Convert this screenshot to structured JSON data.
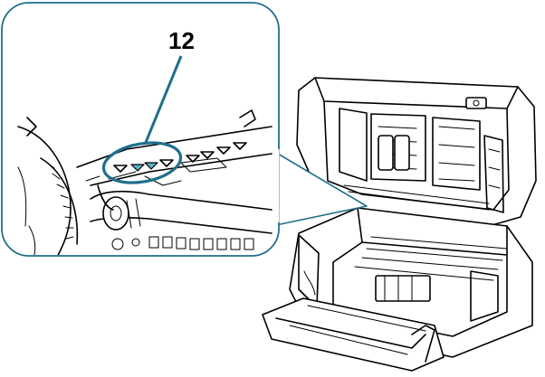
{
  "callout": {
    "label": "12",
    "accent_color": "#1f6f8b",
    "highlight_color": "#5ab4c6"
  },
  "icons": [
    "scanner-illustration",
    "magnifier-callout-bubble",
    "paper-guide-roller-icon"
  ]
}
